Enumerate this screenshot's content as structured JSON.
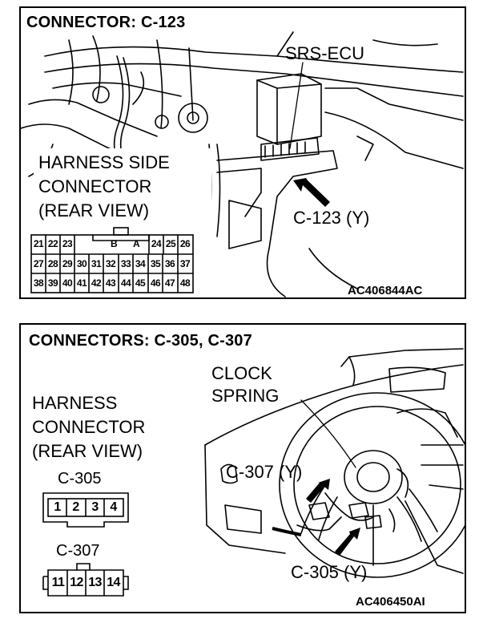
{
  "top_panel": {
    "title": "CONNECTOR: C-123",
    "callout_ecu": "SRS-ECU",
    "callout_connector": "C-123 (Y)",
    "harness_label": [
      "HARNESS SIDE",
      "CONNECTOR",
      "(REAR VIEW)"
    ],
    "code": "AC406844AC",
    "pin_rows": [
      [
        "21",
        "22",
        "23",
        "B",
        "A",
        "24",
        "25",
        "26"
      ],
      [
        "27",
        "28",
        "29",
        "30",
        "31",
        "32",
        "33",
        "34",
        "35",
        "36",
        "37"
      ],
      [
        "38",
        "39",
        "40",
        "41",
        "42",
        "43",
        "44",
        "45",
        "46",
        "47",
        "48"
      ]
    ]
  },
  "bottom_panel": {
    "title": "CONNECTORS: C-305, C-307",
    "callout_clock": [
      "CLOCK",
      "SPRING"
    ],
    "callout_c307": "C-307 (Y)",
    "callout_c305": "C-305 (Y)",
    "harness_label": [
      "HARNESS",
      "CONNECTOR",
      "(REAR VIEW)"
    ],
    "c305_label": "C-305",
    "c305_pins": [
      "1",
      "2",
      "3",
      "4"
    ],
    "c307_label": "C-307",
    "c307_pins": [
      "11",
      "12",
      "13",
      "14"
    ],
    "code": "AC406450AI"
  }
}
